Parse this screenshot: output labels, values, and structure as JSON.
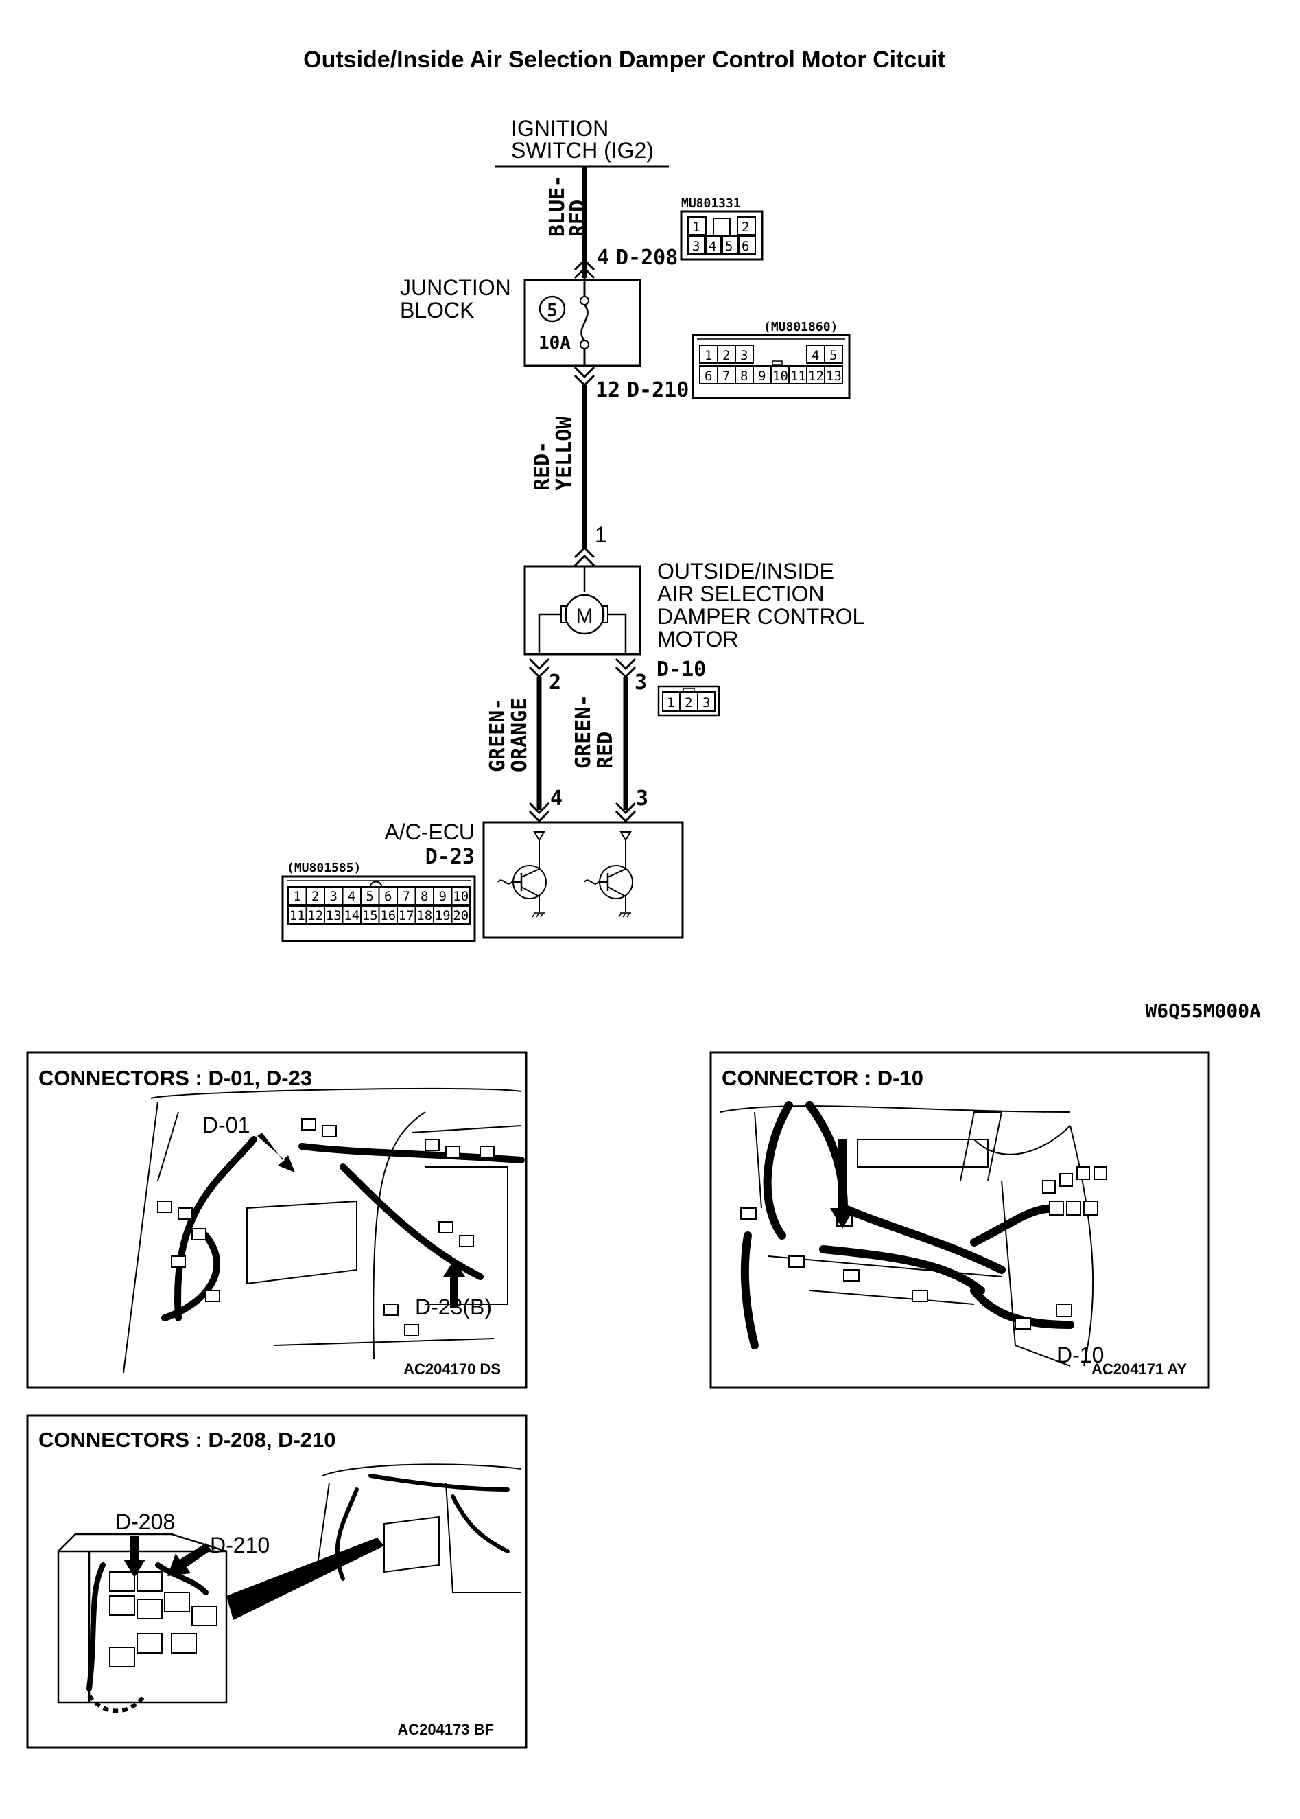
{
  "title": "Outside/Inside Air Selection Damper Control Motor Citcuit",
  "ignition": {
    "line1": "IGNITION",
    "line2": "SWITCH (IG2)"
  },
  "wire_blue_red": {
    "line1": "BLUE-",
    "line2": "RED"
  },
  "d208": {
    "pin": "4",
    "name": "D-208",
    "part": "MU801331",
    "pins_top": [
      "1",
      "2"
    ],
    "pins_bottom": [
      "3",
      "4",
      "5",
      "6"
    ]
  },
  "junction": {
    "line1": "JUNCTION",
    "line2": "BLOCK",
    "fuse_no": "5",
    "fuse_amp": "10A"
  },
  "d210": {
    "pin": "12",
    "name": "D-210",
    "part": "(MU801860)",
    "pins_top": [
      "1",
      "2",
      "3",
      "4",
      "5"
    ],
    "pins_bottom": [
      "6",
      "7",
      "8",
      "9",
      "10",
      "11",
      "12",
      "13"
    ]
  },
  "wire_red_yellow": {
    "line1": "RED-",
    "line2": "YELLOW"
  },
  "motor": {
    "pin_in": "1",
    "line1": "OUTSIDE/INSIDE",
    "line2": "AIR SELECTION",
    "line3": "DAMPER CONTROL",
    "line4": "MOTOR",
    "symbol": "M"
  },
  "d10": {
    "name": "D-10",
    "pin_a": "2",
    "pin_b": "3",
    "pins": [
      "1",
      "2",
      "3"
    ]
  },
  "wire_green_orange": {
    "line1": "GREEN-",
    "line2": "ORANGE"
  },
  "wire_green_red": {
    "line1": "GREEN-",
    "line2": "RED"
  },
  "ecu": {
    "pin_a": "4",
    "pin_b": "3",
    "name": "A/C-ECU",
    "connector": "D-23"
  },
  "d23": {
    "part": "(MU801585)",
    "pins_top": [
      "1",
      "2",
      "3",
      "4",
      "5",
      "6",
      "7",
      "8",
      "9",
      "10"
    ],
    "pins_bottom": [
      "11",
      "12",
      "13",
      "14",
      "15",
      "16",
      "17",
      "18",
      "19",
      "20"
    ]
  },
  "diagram_code": "W6Q55M000A",
  "panel1": {
    "title": "CONNECTORS : D-01, D-23",
    "label_a": "D-01",
    "label_b": "D-23(B)",
    "code": "AC204170 DS"
  },
  "panel2": {
    "title": "CONNECTOR : D-10",
    "label_a": "D-10",
    "code": "AC204171 AY"
  },
  "panel3": {
    "title": "CONNECTORS : D-208, D-210",
    "label_a": "D-208",
    "label_b": "D-210",
    "code": "AC204173 BF"
  }
}
